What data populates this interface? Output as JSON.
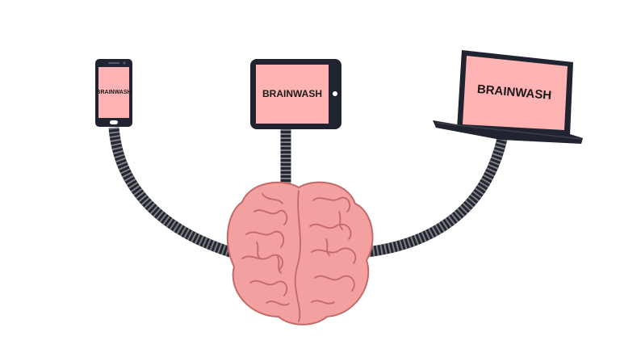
{
  "devices": {
    "phone": {
      "screen_text": "BRAINWASH"
    },
    "tablet": {
      "screen_text": "BRAINWASH"
    },
    "laptop": {
      "screen_text": "BRAINWASH"
    }
  },
  "colors": {
    "screen": "#ffb3b3",
    "device_body": "#1f2430",
    "brain_fill": "#f2a0a0",
    "brain_line": "#c46868",
    "cable_dark": "#23262d",
    "cable_light": "#7d8089"
  },
  "icons": [
    "smartphone-icon",
    "tablet-icon",
    "laptop-icon",
    "brain-icon"
  ]
}
